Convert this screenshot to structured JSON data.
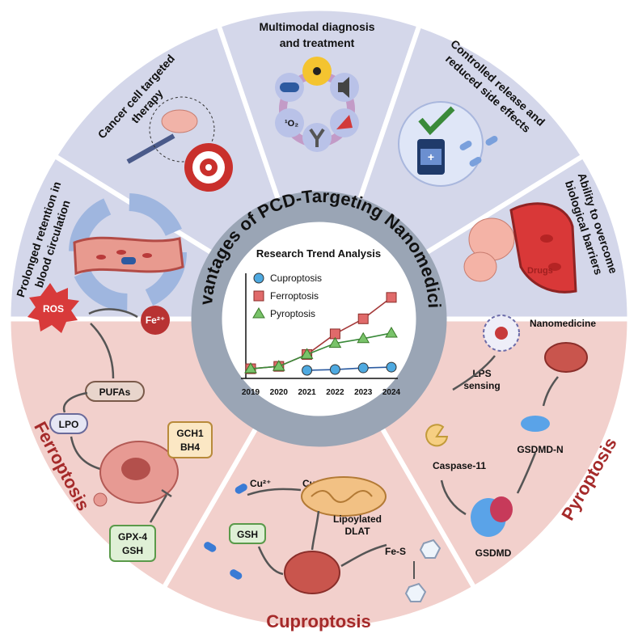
{
  "ring_title": "Advantages of PCD-Targeting Nanomedicine",
  "advantages": [
    {
      "line1": "Prolonged retention in",
      "line2": "blood circulation"
    },
    {
      "line1": "Cancer cell targeted",
      "line2": "therapy"
    },
    {
      "line1": "Multimodal diagnosis",
      "line2": "and treatment"
    },
    {
      "line1": "Controlled release and",
      "line2": "reduced side effects"
    },
    {
      "line1": "Ability to overcome",
      "line2": "biological barriers"
    }
  ],
  "drugs_label": "Drugs",
  "oxygen_label": "¹O₂",
  "ferroptosis": {
    "title": "Ferroptosis",
    "ros": "ROS",
    "fe": "Fe²⁺",
    "pufas": "PUFAs",
    "lpo": "LPO",
    "gch1": "GCH1",
    "bh4": "BH4",
    "gpx4": "GPX-4",
    "gsh": "GSH"
  },
  "cuproptosis": {
    "title": "Cuproptosis",
    "cu2": "Cu²⁺",
    "cu1": "Cu⁺",
    "lipoylated": "Lipoylated",
    "dlat": "DLAT",
    "gsh": "GSH",
    "fes": "Fe-S"
  },
  "pyroptosis": {
    "title": "Pyroptosis",
    "nanomedicine": "Nanomedicine",
    "lps": "LPS",
    "sensing": "sensing",
    "caspase": "Caspase-11",
    "gsdmd_n": "GSDMD-N",
    "gsdmd": "GSDMD"
  },
  "chart_data": {
    "type": "line",
    "title": "Research Trend Analysis",
    "x": [
      2019,
      2020,
      2021,
      2022,
      2023,
      2024
    ],
    "series": [
      {
        "name": "Cuproptosis",
        "color": "#4ea9e0",
        "marker": "circle",
        "values": [
          null,
          null,
          0,
          1,
          3,
          4
        ]
      },
      {
        "name": "Ferroptosis",
        "color": "#e06a6a",
        "marker": "square",
        "values": [
          2,
          5,
          20,
          46,
          65,
          92
        ]
      },
      {
        "name": "Pyroptosis",
        "color": "#79c36a",
        "marker": "triangle",
        "values": [
          2,
          5,
          20,
          34,
          40,
          47
        ]
      }
    ],
    "xlabel": "",
    "ylabel": "",
    "ylim": [
      0,
      100
    ],
    "legend_position": "top-left",
    "grid": false
  }
}
